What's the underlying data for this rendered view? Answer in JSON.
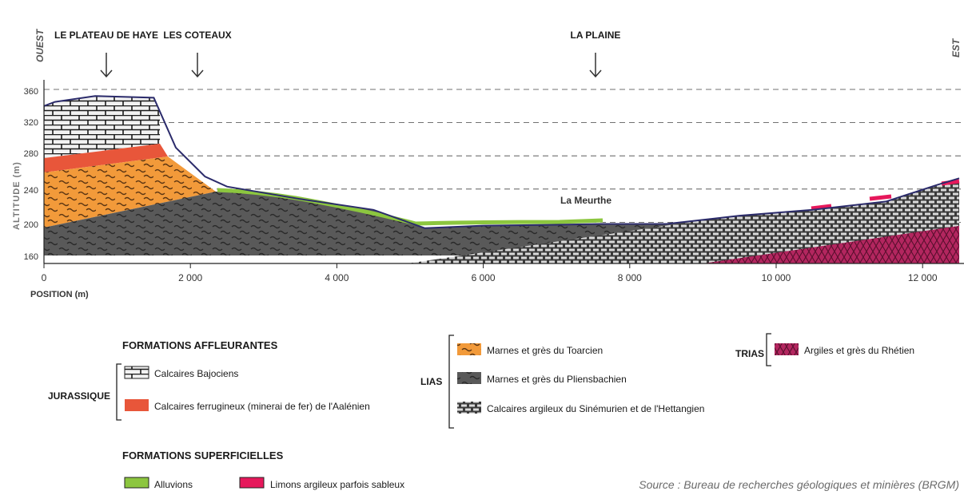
{
  "orientation": {
    "west": "OUEST",
    "east": "EST"
  },
  "places": [
    {
      "label": "LE PLATEAU DE HAYE",
      "x": 900
    },
    {
      "label": "LES COTEAUX",
      "x": 2300
    },
    {
      "label": "LA PLAINE",
      "x": 7600
    }
  ],
  "river_label": "La Meurthe",
  "axes": {
    "y_label": "ALTITUDE (m)",
    "x_label": "POSITION (m)",
    "y_range": [
      160,
      360
    ],
    "x_range": [
      0,
      12500
    ],
    "y_ticks": [
      "360",
      "320",
      "280",
      "240",
      "200",
      "160"
    ],
    "x_ticks": [
      {
        "value": 0,
        "label": "0"
      },
      {
        "value": 2000,
        "label": "2 000"
      },
      {
        "value": 4000,
        "label": "4 000"
      },
      {
        "value": 6000,
        "label": "6 000"
      },
      {
        "value": 8000,
        "label": "8 000"
      },
      {
        "value": 10000,
        "label": "10 000"
      },
      {
        "value": 12000,
        "label": "12 000"
      }
    ]
  },
  "profile": {
    "surface": [
      [
        0,
        340
      ],
      [
        150,
        345
      ],
      [
        700,
        352
      ],
      [
        1500,
        350
      ],
      [
        1800,
        290
      ],
      [
        2200,
        255
      ],
      [
        2500,
        243
      ],
      [
        3500,
        228
      ],
      [
        4500,
        215
      ],
      [
        5200,
        193
      ],
      [
        6000,
        196
      ],
      [
        7000,
        197
      ],
      [
        7600,
        198
      ],
      [
        8500,
        198
      ],
      [
        9500,
        208
      ],
      [
        10500,
        215
      ],
      [
        11500,
        225
      ],
      [
        12200,
        245
      ],
      [
        12500,
        253
      ]
    ]
  },
  "colors": {
    "bajocien": "#f2f2f2",
    "aalenien": "#e8563a",
    "toarcien": "#f29a3a",
    "pliensbachien": "#595959",
    "sinemurien": "#7a7a7a",
    "rhetien": "#b3265f",
    "alluvions": "#8cc63f",
    "limons": "#e6185b",
    "surface_line": "#2b2b6b"
  },
  "legend": {
    "affleurantes_title": "FORMATIONS AFFLEURANTES",
    "jurassique_label": "JURASSIQUE",
    "jurassique_items": [
      {
        "label": "Calcaires Bajociens",
        "swatch": "bajocien"
      },
      {
        "label": "Calcaires ferrugineux (minerai de fer) de l'Aalénien",
        "swatch": "aalenien"
      }
    ],
    "lias_label": "LIAS",
    "lias_items": [
      {
        "label": "Marnes et grès du Toarcien",
        "swatch": "toarcien"
      },
      {
        "label": "Marnes et grès du Pliensbachien",
        "swatch": "pliensbachien"
      },
      {
        "label": "Calcaires argileux du Sinémurien et de l'Hettangien",
        "swatch": "sinemurien"
      }
    ],
    "trias_label": "TRIAS",
    "trias_items": [
      {
        "label": "Argiles et grès du Rhétien",
        "swatch": "rhetien"
      }
    ],
    "superficielles_title": "FORMATIONS SUPERFICIELLES",
    "superficielles_items": [
      {
        "label": "Alluvions",
        "swatch": "alluvions"
      },
      {
        "label": "Limons argileux parfois sableux",
        "swatch": "limons"
      }
    ]
  },
  "source": "Source : Bureau de recherches géologiques et minières (BRGM)"
}
